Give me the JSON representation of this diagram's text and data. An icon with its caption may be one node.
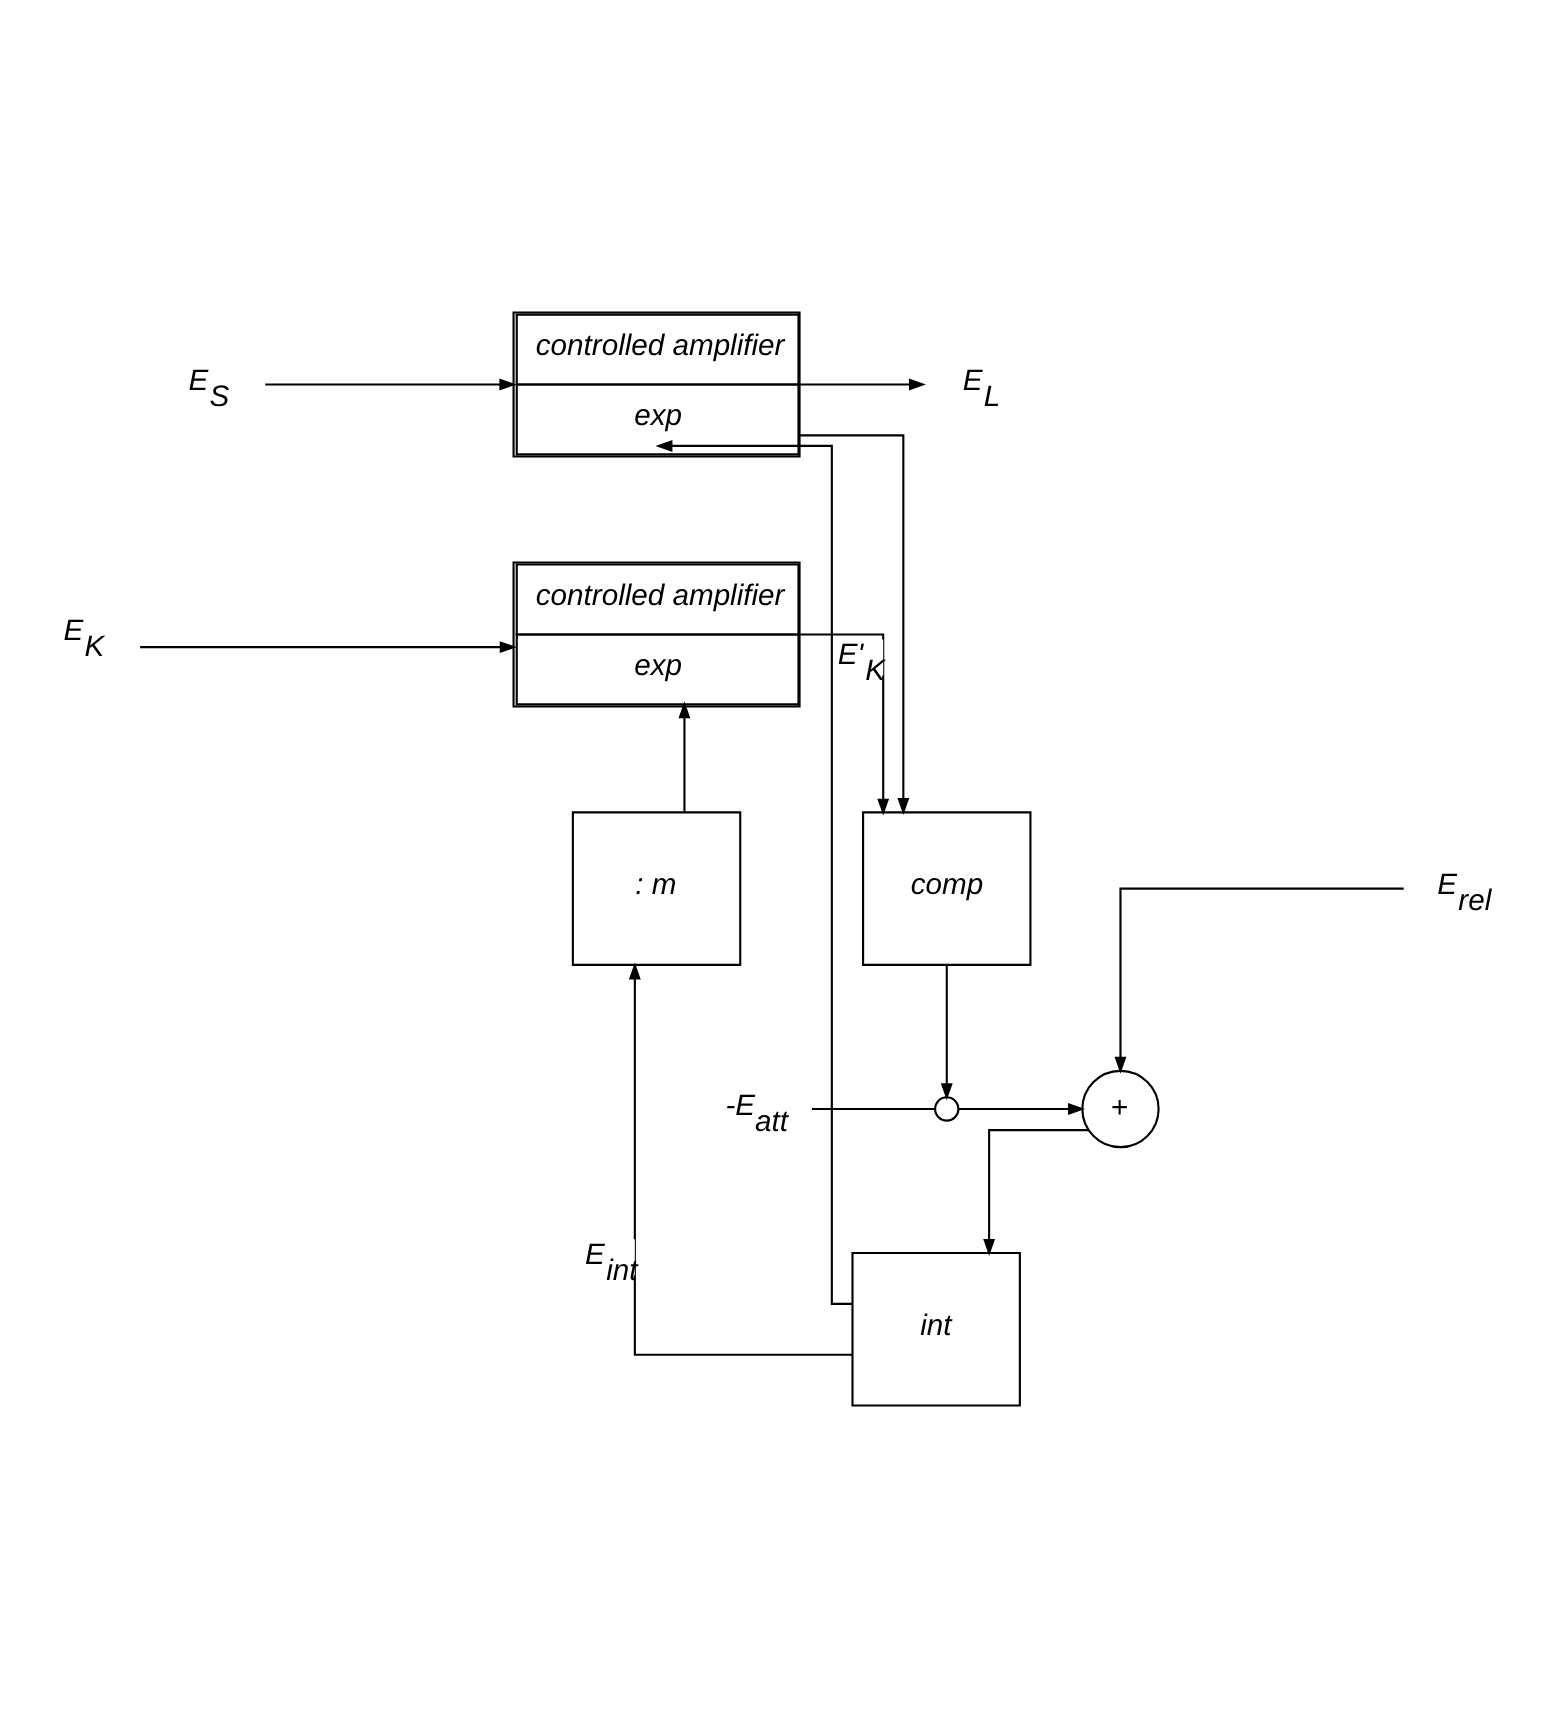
{
  "diagram": {
    "nodes": [
      {
        "text": [
          "controlled amplifier",
          "exp"
        ]
      },
      {
        "text": [
          "controlled amplifier",
          "exp"
        ]
      },
      {
        "text": [
          ": m"
        ]
      },
      {
        "text": [
          "int"
        ]
      },
      {
        "text": [
          "comp"
        ]
      },
      {
        "text": [
          "+"
        ]
      },
      {
        "text": [],
        "shape": "switch"
      },
      {
        "text": [
          "E$_{S}$"
        ]
      },
      {
        "text": [
          "E$_{L}$"
        ]
      },
      {
        "text": [
          "E$_{K}$"
        ]
      },
      {
        "text": [
          "E$_{rel}$"
        ]
      },
      {
        "text": [
          "-E$_{att}$"
        ]
      }
    ],
    "edges": [
      {
        "from": 7,
        "to": 0,
        "arrow": "to"
      },
      {
        "from": 0,
        "to": 8,
        "arrow": "to"
      },
      {
        "from": 0,
        "to": 4,
        "arrow": "to"
      },
      {
        "from": 9,
        "to": 1,
        "arrow": "to"
      },
      {
        "from": 1,
        "to": 4,
        "arrow": "to",
        "label": "E'$_{K}$"
      },
      {
        "from": 3,
        "to": 2,
        "arrow": "to",
        "label": "E$_{int}$"
      },
      {
        "from": 3,
        "to": 0,
        "arrow": "to"
      },
      {
        "from": 2,
        "to": 1,
        "arrow": "to"
      },
      {
        "from": 4,
        "to": 6,
        "arrow": "to"
      },
      {
        "from": 11,
        "to": 6,
        "arrow": "none"
      },
      {
        "from": 6,
        "to": 5,
        "arrow": "to"
      },
      {
        "from": 10,
        "to": 5,
        "arrow": "to"
      },
      {
        "from": 5,
        "to": 3,
        "arrow": "to"
      }
    ]
  }
}
